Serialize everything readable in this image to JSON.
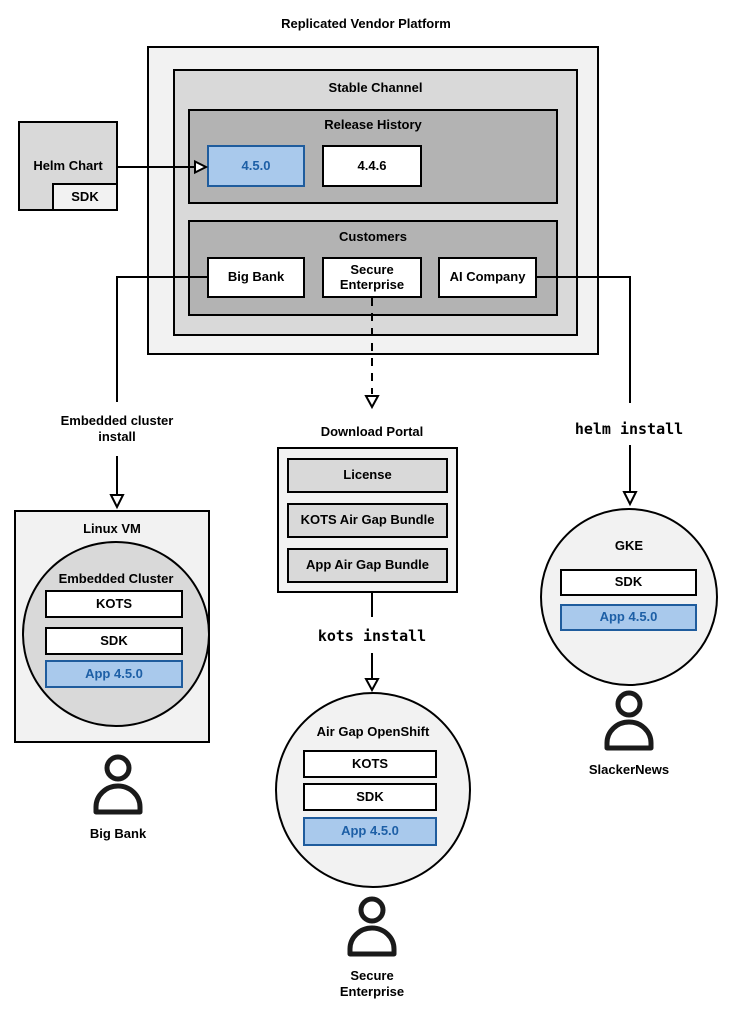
{
  "title": "Replicated Vendor Platform",
  "colors": {
    "highlight_fill": "#a9c9ec",
    "highlight_border": "#1f5c9d",
    "highlight_text": "#1d5fa6",
    "container_light": "#f2f2f2",
    "container_mid": "#d9d9d9",
    "container_dark": "#b3b3b3",
    "stroke": "#000000"
  },
  "platform": {
    "stable_channel_label": "Stable Channel",
    "release_history": {
      "label": "Release History",
      "releases": [
        {
          "version": "4.5.0",
          "highlight": true
        },
        {
          "version": "4.4.6",
          "highlight": false
        }
      ]
    },
    "customers": {
      "label": "Customers",
      "items": [
        {
          "name": "Big Bank"
        },
        {
          "name": "Secure Enterprise"
        },
        {
          "name": "AI Company"
        }
      ]
    }
  },
  "helm_chart": {
    "label": "Helm Chart",
    "sdk": "SDK"
  },
  "left_branch": {
    "edge_label": "Embedded cluster install",
    "vm_label": "Linux VM",
    "cluster_label": "Embedded Cluster",
    "components": [
      {
        "name": "KOTS",
        "highlight": false
      },
      {
        "name": "SDK",
        "highlight": false
      },
      {
        "name": "App 4.5.0",
        "highlight": true
      }
    ],
    "user": "Big Bank"
  },
  "middle_branch": {
    "portal_label": "Download Portal",
    "portal_items": [
      {
        "name": "License"
      },
      {
        "name": "KOTS Air Gap Bundle"
      },
      {
        "name": "App Air Gap Bundle"
      }
    ],
    "command": "kots install",
    "cluster_label": "Air Gap OpenShift",
    "components": [
      {
        "name": "KOTS",
        "highlight": false
      },
      {
        "name": "SDK",
        "highlight": false
      },
      {
        "name": "App 4.5.0",
        "highlight": true
      }
    ],
    "user": "Secure Enterprise"
  },
  "right_branch": {
    "command": "helm install",
    "cluster_label": "GKE",
    "components": [
      {
        "name": "SDK",
        "highlight": false
      },
      {
        "name": "App 4.5.0",
        "highlight": true
      }
    ],
    "user": "SlackerNews"
  }
}
